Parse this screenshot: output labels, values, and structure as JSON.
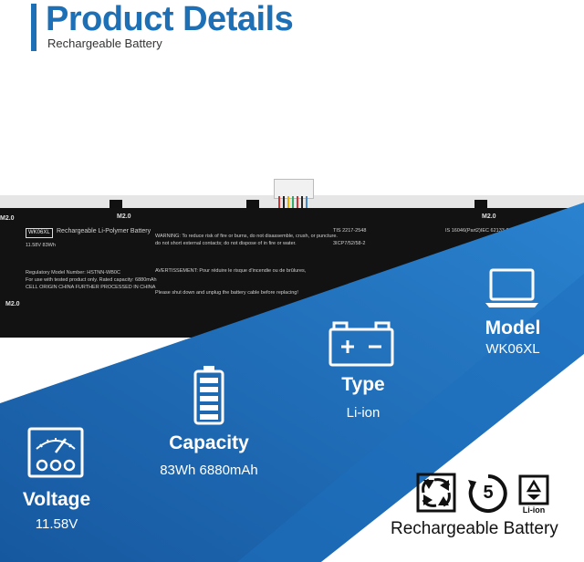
{
  "header": {
    "title": "Product Details",
    "subtitle": "Rechargeable Battery"
  },
  "battery_label": {
    "model_box": "WK06XL",
    "heading": "Rechargeable Li-Polymer Battery",
    "line1": "11.58V     83Wh",
    "line2": "Regulatory Model Number: HSTNN-WB0C",
    "line3": "For use with tested product only.  Rated capacity: 6880mAh",
    "line4": "CELL ORIGIN CHINA FURTHER PROCESSED IN CHINA",
    "warning": "WARNING: To reduce risk of fire or burns, do not disassemble, crush, or puncture.",
    "warning2": "do not short external contacts; do not dispose of in fire or water.",
    "avert": "AVERTISSEMENT: Pour réduire le risque d'incendie ou de brûlures,",
    "shutdown": "Please shut down and unplug the battery cable before replacing!",
    "code1": "TIS 2217-2548",
    "code2": "3ICP7/52/58-2",
    "code3": "IS 16046(Part2)IEC 62133-2",
    "m20": "M2.0"
  },
  "specs": {
    "model": {
      "title": "Model",
      "value": "WK06XL"
    },
    "type": {
      "title": "Type",
      "value": "Li-ion"
    },
    "capacity": {
      "title": "Capacity",
      "value": "83Wh 6880mAh"
    },
    "voltage": {
      "title": "Voltage",
      "value": "11.58V"
    }
  },
  "footer": {
    "recycle_number": "5",
    "li_ion_label": "Li-ion",
    "label": "Rechargeable Battery"
  },
  "colors": {
    "brand_blue": "#1d6fb6",
    "band_dark": "#1a5fa8",
    "band_light": "#2d86d1"
  }
}
